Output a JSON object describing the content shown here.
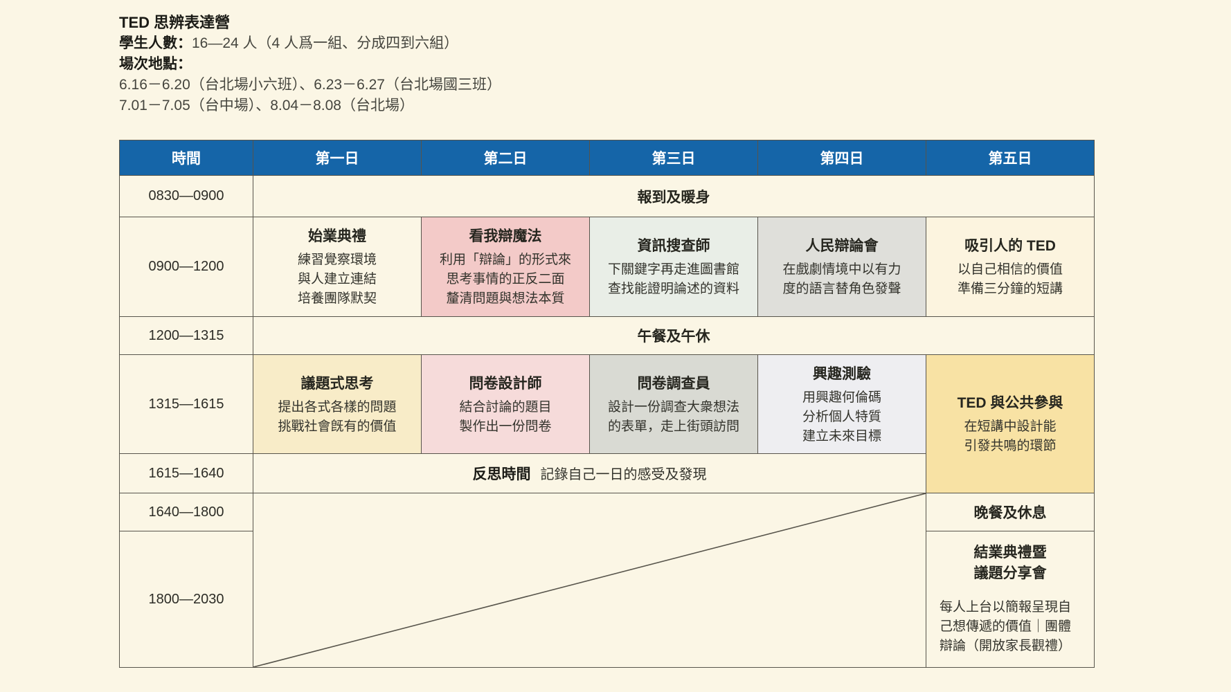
{
  "page": {
    "background": "#FBF6E5",
    "border_color": "#57544B"
  },
  "header": {
    "title": "TED 思辨表達營",
    "students_label": "學生人數：",
    "students_value": "16—24 人（4 人爲一組、分成四到六組）",
    "venues_label": "場次地點：",
    "venues_line1": "6.16－6.20（台北場小六班）、6.23－6.27（台北場國三班）",
    "venues_line2": "7.01－7.05（台中場）、8.04－8.08（台北場）"
  },
  "table": {
    "header_bg": "#1565A8",
    "columns": [
      "時間",
      "第一日",
      "第二日",
      "第三日",
      "第四日",
      "第五日"
    ],
    "times": [
      "0830—0900",
      "0900—1200",
      "1200—1315",
      "1315—1615",
      "1615—1640",
      "1640—1800",
      "1800—2030"
    ],
    "checkin": "報到及暖身",
    "lunch": "午餐及午休",
    "reflect_title": "反思時間",
    "reflect_body": "記錄自己一日的感受及發現",
    "morning": [
      {
        "title": "始業典禮",
        "bg": "#FBF6E5",
        "lines": [
          "練習覺察環境",
          "與人建立連結",
          "培養團隊默契"
        ]
      },
      {
        "title": "看我辯魔法",
        "bg": "#F3CAC8",
        "lines": [
          "利用「辯論」的形式來",
          "思考事情的正反二面",
          "釐清問題與想法本質"
        ]
      },
      {
        "title": "資訊搜查師",
        "bg": "#E9EEE7",
        "lines": [
          "下關鍵字再走進圖書館",
          "查找能證明論述的資料"
        ]
      },
      {
        "title": "人民辯論會",
        "bg": "#DFDFDA",
        "lines": [
          "在戲劇情境中以有力",
          "度的語言替角色發聲"
        ]
      },
      {
        "title": "吸引人的 TED",
        "bg": "#FCF4DF",
        "lines": [
          "以自己相信的價值",
          "準備三分鐘的短講"
        ]
      }
    ],
    "afternoon": [
      {
        "title": "議題式思考",
        "bg": "#F8ECC8",
        "lines": [
          "提出各式各樣的問題",
          "挑戰社會旣有的價值"
        ]
      },
      {
        "title": "問卷設計師",
        "bg": "#F6DBDA",
        "lines": [
          "結合討論的題目",
          "製作出一份問卷"
        ]
      },
      {
        "title": "問卷調查員",
        "bg": "#D9DAD3",
        "lines": [
          "設計一份調查大衆想法",
          "的表單，走上街頭訪問"
        ]
      },
      {
        "title": "興趣測驗",
        "bg": "#EEEEF1",
        "lines": [
          "用興趣何倫碼",
          "分析個人特質",
          "建立未來目標"
        ]
      }
    ],
    "ted_public": {
      "title": "TED 與公共參與",
      "bg": "#F8E2A4",
      "lines": [
        "在短講中設計能",
        "引發共鳴的環節"
      ]
    },
    "dinner": "晚餐及休息",
    "closing": {
      "title_line1": "結業典禮暨",
      "title_line2": "議題分享會",
      "body_line1": "每人上台以簡報呈現自",
      "body_line2": "己想傳遞的價值｜團體",
      "body_line3": "辯論（開放家長觀禮）"
    }
  }
}
